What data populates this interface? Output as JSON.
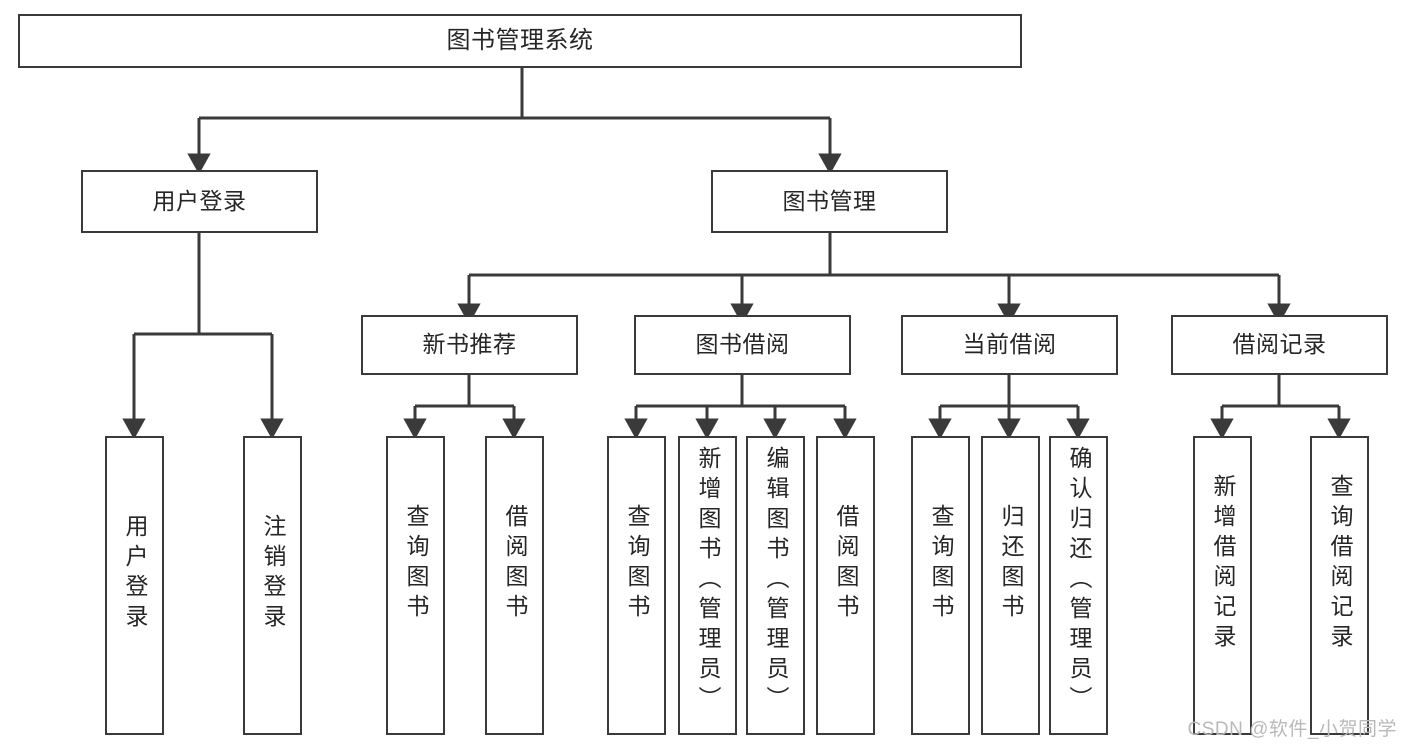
{
  "diagram": {
    "type": "tree-hierarchy",
    "title": "图书管理系统",
    "watermark": "CSDN @软件_小贺同学",
    "root": {
      "id": "root",
      "label": "图书管理系统"
    },
    "level1": [
      {
        "id": "user-login",
        "label": "用户登录"
      },
      {
        "id": "book-manage",
        "label": "图书管理"
      }
    ],
    "level2": [
      {
        "id": "new-book-recommend",
        "label": "新书推荐",
        "parent": "book-manage"
      },
      {
        "id": "book-borrow",
        "label": "图书借阅",
        "parent": "book-manage"
      },
      {
        "id": "current-borrow",
        "label": "当前借阅",
        "parent": "book-manage"
      },
      {
        "id": "borrow-record",
        "label": "借阅记录",
        "parent": "book-manage"
      }
    ],
    "leaves": [
      {
        "id": "leaf-user-login",
        "label": "用户登录",
        "parent": "user-login"
      },
      {
        "id": "leaf-user-logout",
        "label": "注销登录",
        "parent": "user-login"
      },
      {
        "id": "leaf-query-book-1",
        "label": "查询图书",
        "parent": "new-book-recommend"
      },
      {
        "id": "leaf-borrow-book-1",
        "label": "借阅图书",
        "parent": "new-book-recommend"
      },
      {
        "id": "leaf-query-book-2",
        "label": "查询图书",
        "parent": "book-borrow"
      },
      {
        "id": "leaf-add-book",
        "label": "新增图书（管理员）",
        "parent": "book-borrow"
      },
      {
        "id": "leaf-edit-book",
        "label": "编辑图书（管理员）",
        "parent": "book-borrow"
      },
      {
        "id": "leaf-borrow-book-2",
        "label": "借阅图书",
        "parent": "book-borrow"
      },
      {
        "id": "leaf-query-book-3",
        "label": "查询图书",
        "parent": "current-borrow"
      },
      {
        "id": "leaf-return-book",
        "label": "归还图书",
        "parent": "current-borrow"
      },
      {
        "id": "leaf-confirm-return",
        "label": "确认归还（管理员）",
        "parent": "current-borrow"
      },
      {
        "id": "leaf-add-record",
        "label": "新增借阅记录",
        "parent": "borrow-record"
      },
      {
        "id": "leaf-query-record",
        "label": "查询借阅记录",
        "parent": "borrow-record"
      }
    ],
    "colors": {
      "border": "#3a3a3a",
      "background": "#ffffff",
      "text": "#262626",
      "watermark": "#b9b9b9"
    }
  }
}
